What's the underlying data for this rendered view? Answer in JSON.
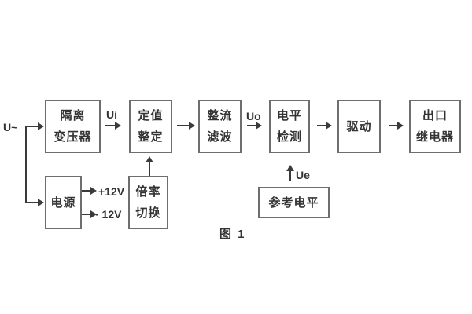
{
  "figure": {
    "caption": "图 1"
  },
  "signals": {
    "input": "U~",
    "ui": "Ui",
    "uo": "Uo",
    "ue": "Ue",
    "rail_pos": "+12V",
    "rail_neg": "· 12V"
  },
  "blocks": {
    "isolation_transformer": {
      "line1": "隔离",
      "line2": "变压器"
    },
    "setpoint_setting": {
      "line1": "定值",
      "line2": "整定"
    },
    "rectifier_filter": {
      "line1": "整流",
      "line2": "滤波"
    },
    "level_detection": {
      "line1": "电平",
      "line2": "检测"
    },
    "driver": {
      "line1": "驱动"
    },
    "output_relay": {
      "line1": "出口",
      "line2": "继电器"
    },
    "power_supply": {
      "line1": "电源"
    },
    "ratio_switch": {
      "line1": "倍率",
      "line2": "切换"
    },
    "reference_level": {
      "line1": "参考电平"
    }
  },
  "colors": {
    "background": "#ffffff",
    "box_border": "#6e6e6e",
    "line": "#3a3a3a",
    "text": "#333333"
  }
}
